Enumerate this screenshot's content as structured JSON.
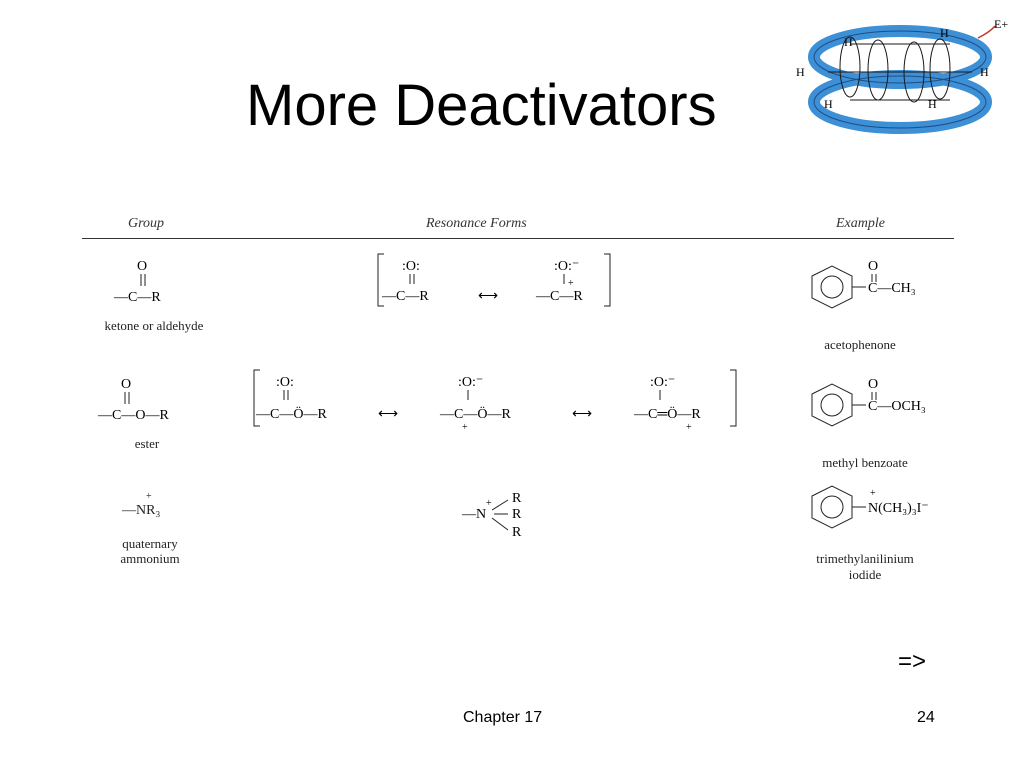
{
  "slide": {
    "title": "More Deactivators",
    "nav_symbol": "=>",
    "footer_chapter": "Chapter 17",
    "page_number": "24"
  },
  "orbital_diagram": {
    "atom_h": "H",
    "electrophile": "E+",
    "ring_color": "#3d8fd6"
  },
  "table": {
    "headers": [
      "Group",
      "Resonance Forms",
      "Example"
    ],
    "rows": [
      {
        "group_label": "ketone or aldehyde",
        "example_label": "acetophenone",
        "example_substituent": "C—CH₃"
      },
      {
        "group_label": "ester",
        "example_label": "methyl benzoate",
        "example_substituent": "C—OCH₃"
      },
      {
        "group_label_line1": "quaternary",
        "group_label_line2": "ammonium",
        "group_formula": "—NR₃",
        "example_label_line1": "trimethylanilinium",
        "example_label_line2": "iodide",
        "example_substituent": "N(CH₃)₃I⁻"
      }
    ]
  }
}
